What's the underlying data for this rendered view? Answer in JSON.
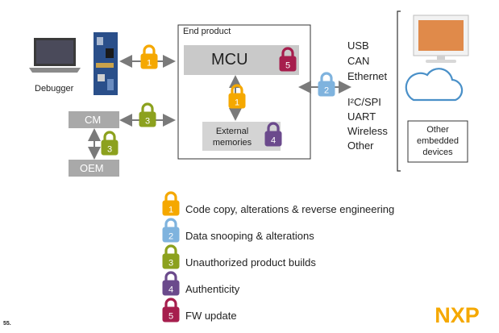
{
  "diagram": {
    "end_product_title": "End product",
    "mcu_label": "MCU",
    "external_memories_label": "External\nmemories",
    "debugger_label": "Debugger",
    "cm_label": "CM",
    "oem_label": "OEM",
    "interfaces_top": [
      "USB",
      "CAN",
      "Ethernet"
    ],
    "interfaces_bottom": [
      "I²C/SPI",
      "UART",
      "Wireless",
      "Other"
    ],
    "other_devices_label": "Other\nembedded\ndevices",
    "lock_numbers": {
      "debugger_link": "1",
      "mcu": "5",
      "mcu_memory_link": "1",
      "memory": "4",
      "interfaces_link": "2",
      "cm_link": "3",
      "cm_oem_link": "3"
    }
  },
  "legend": [
    {
      "number": "1",
      "text": "Code copy, alterations & reverse engineering",
      "color": "#f5a800"
    },
    {
      "number": "2",
      "text": "Data snooping & alterations",
      "color": "#7fb3de"
    },
    {
      "number": "3",
      "text": "Unauthorized product builds",
      "color": "#8ca11e"
    },
    {
      "number": "4",
      "text": "Authenticity",
      "color": "#6b4a8c"
    },
    {
      "number": "5",
      "text": "FW update",
      "color": "#a61e4d"
    }
  ],
  "colors": {
    "lock_1": "#f5a800",
    "lock_2": "#7fb3de",
    "lock_3": "#8ca11e",
    "lock_4": "#6b4a8c",
    "lock_5": "#a61e4d",
    "box_gray": "#c9c9c9",
    "box_dark": "#a9a9a9",
    "arrow": "#7a7a7a"
  },
  "footer": {
    "slide_number": "55.",
    "logo_text": "NXP"
  }
}
